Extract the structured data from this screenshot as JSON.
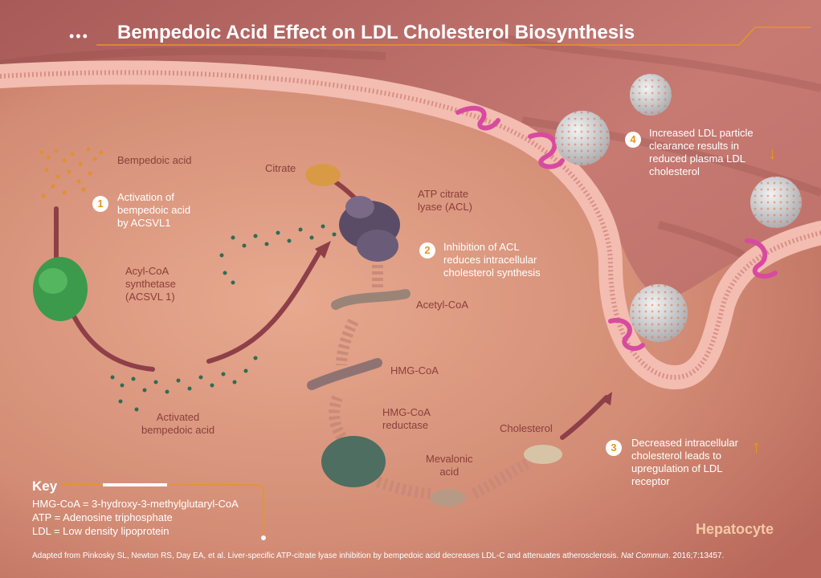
{
  "title": "Bempedoic Acid Effect on LDL Cholesterol Biosynthesis",
  "title_dots": "•••",
  "molecules": {
    "bempedoic_acid": "Bempedoic acid",
    "acyl_coa_synthetase": "Acyl-CoA\nsynthetase\n(ACSVL 1)",
    "activated_bempedoic_acid": "Activated\nbempedoic acid",
    "citrate": "Citrate",
    "atp_citrate_lyase": "ATP citrate\nlyase (ACL)",
    "acetyl_coa": "Acetyl-CoA",
    "hmg_coa": "HMG-CoA",
    "hmg_coa_reductase": "HMG-CoA\nreductase",
    "mevalonic_acid": "Mevalonic\nacid",
    "cholesterol": "Cholesterol"
  },
  "steps": [
    {
      "number": "1",
      "text": "Activation of\nbempedoic acid\nby ACSVL1"
    },
    {
      "number": "2",
      "text": "Inhibition of ACL\nreduces intracellular\ncholesterol synthesis"
    },
    {
      "number": "3",
      "text": "Decreased intracellular\ncholesterol leads to\nupregulation of LDL\nreceptor"
    },
    {
      "number": "4",
      "text": "Increased LDL particle\nclearance results in\nreduced plasma LDL\ncholesterol"
    }
  ],
  "key": {
    "title": "Key",
    "items": [
      "HMG-CoA = 3-hydroxy-3-methylglutaryl-CoA",
      "ATP = Adenosine triphosphate",
      "LDL = Low density lipoprotein"
    ]
  },
  "cell_label": "Hepatocyte",
  "citation": {
    "text": "Adapted from Pinkosky SL, Newton RS, Day EA, et al. Liver-specific ATP-citrate lyase inhibition by bempedoic acid decreases LDL-C and attenuates atherosclerosis.",
    "journal": "Nat Commun",
    "details": ". 2016;7:13457."
  },
  "colors": {
    "accent": "#e8951e",
    "membrane": "#f1b2a6",
    "cell_interior": "#d9947d",
    "text_dark": "#8a3f3a"
  },
  "icons": [
    "enzyme-acsvl1-icon",
    "enzyme-acl-icon",
    "enzyme-hmg-coa-reductase-icon",
    "ldl-particle-icon",
    "ldl-receptor-icon"
  ]
}
